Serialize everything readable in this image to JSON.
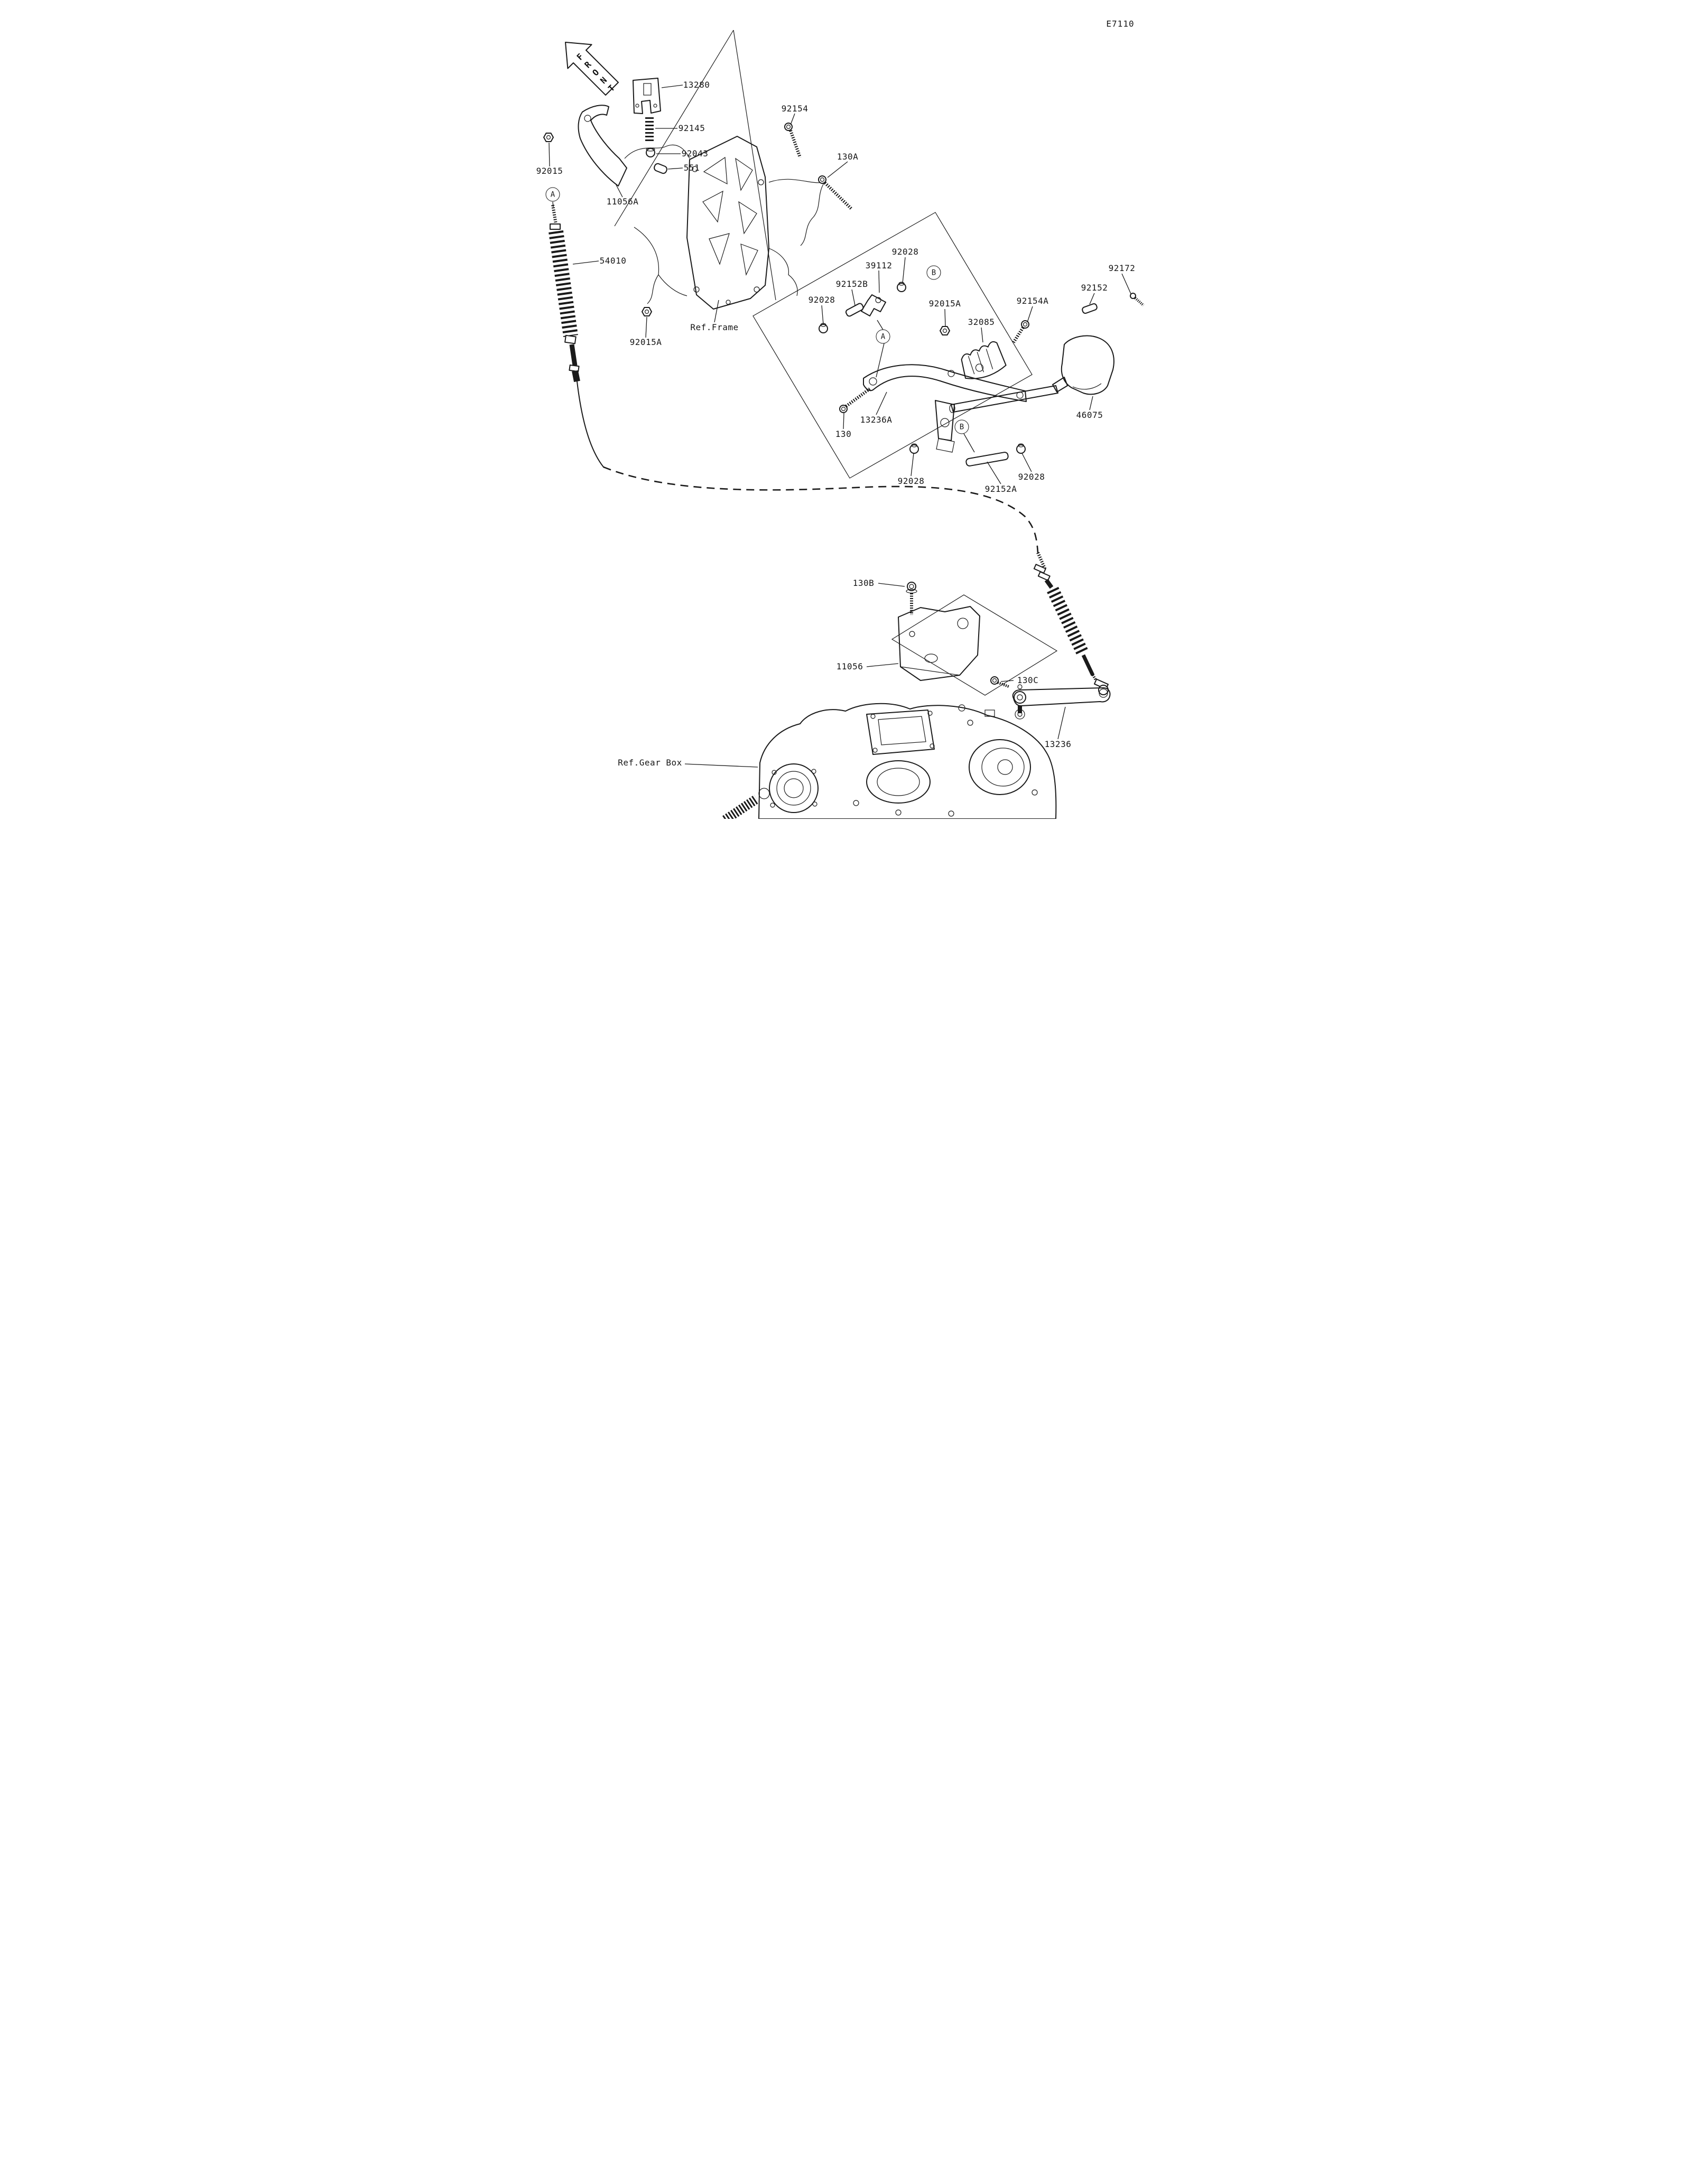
{
  "page": {
    "code": "E7110",
    "front_label": "FRONT",
    "background": "#ffffff",
    "ink": "#1a1a1a"
  },
  "callouts": [
    {
      "letter": "A",
      "location": "upper-cable-end"
    },
    {
      "letter": "B",
      "location": "center-assembly-upper"
    },
    {
      "letter": "A",
      "location": "center-joint"
    },
    {
      "letter": "B",
      "location": "center-assembly-lower"
    }
  ],
  "labels": [
    {
      "id": "13280",
      "text": "13280"
    },
    {
      "id": "92145",
      "text": "92145"
    },
    {
      "id": "92043",
      "text": "92043"
    },
    {
      "id": "551",
      "text": "551"
    },
    {
      "id": "92015",
      "text": "92015"
    },
    {
      "id": "11056A",
      "text": "11056A"
    },
    {
      "id": "54010",
      "text": "54010"
    },
    {
      "id": "92015A-left",
      "text": "92015A"
    },
    {
      "id": "ref-frame",
      "text": "Ref.Frame"
    },
    {
      "id": "92154",
      "text": "92154"
    },
    {
      "id": "130A",
      "text": "130A"
    },
    {
      "id": "92028-top",
      "text": "92028"
    },
    {
      "id": "39112",
      "text": "39112"
    },
    {
      "id": "92152B",
      "text": "92152B"
    },
    {
      "id": "92028-mid-left",
      "text": "92028"
    },
    {
      "id": "92015A-right",
      "text": "92015A"
    },
    {
      "id": "32085",
      "text": "32085"
    },
    {
      "id": "92154A",
      "text": "92154A"
    },
    {
      "id": "92152",
      "text": "92152"
    },
    {
      "id": "92172",
      "text": "92172"
    },
    {
      "id": "130",
      "text": "130"
    },
    {
      "id": "13236A",
      "text": "13236A"
    },
    {
      "id": "46075",
      "text": "46075"
    },
    {
      "id": "92028-bottom-left",
      "text": "92028"
    },
    {
      "id": "92152A",
      "text": "92152A"
    },
    {
      "id": "92028-bottom-right",
      "text": "92028"
    },
    {
      "id": "130B",
      "text": "130B"
    },
    {
      "id": "11056",
      "text": "11056"
    },
    {
      "id": "130C",
      "text": "130C"
    },
    {
      "id": "13236",
      "text": "13236"
    },
    {
      "id": "ref-gear-box",
      "text": "Ref.Gear Box"
    }
  ]
}
